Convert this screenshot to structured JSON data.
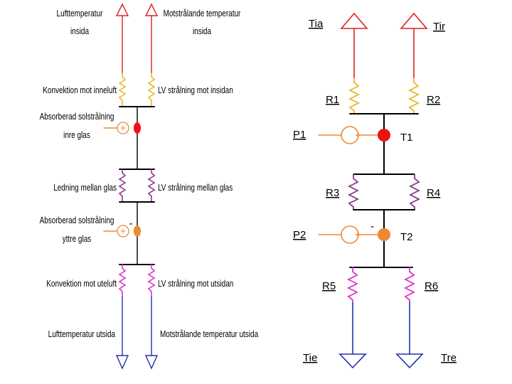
{
  "colors": {
    "red": "#dd2222",
    "orange": "#ee8833",
    "yellow": "#e8b830",
    "purple": "#8a3a8a",
    "magenta": "#dd33cc",
    "blue": "#2233aa",
    "black": "#000000"
  },
  "left": {
    "air_temp_inside": [
      "Lufttemperatur",
      "insida"
    ],
    "rad_temp_inside": [
      "Motstrålande temperatur",
      "insida"
    ],
    "convection_inside": "Konvektion mot inneluft",
    "lw_radiation_inside": "LV strålning mot insidan",
    "absorbed_inner": [
      "Absorberad solstrålning",
      "inre glas"
    ],
    "conduction_between": "Ledning mellan glas",
    "lw_radiation_between": "LV strålning mellan glas",
    "absorbed_outer": [
      "Absorberad solstrålning",
      "yttre glas"
    ],
    "convection_outside": "Konvektion mot uteluft",
    "lw_radiation_outside": "LV strålning mot utsidan",
    "air_temp_outside": "Lufttemperatur utsida",
    "rad_temp_outside": "Motstrålande temperatur utsida",
    "minus_sign": "-"
  },
  "right": {
    "tia": "Tia",
    "tir": "Tir",
    "r1": "R1",
    "r2": "R2",
    "p1": "P1",
    "t1": "T1",
    "r3": "R3",
    "r4": "R4",
    "p2": "P2",
    "t2": "T2",
    "r5": "R5",
    "r6": "R6",
    "tie": "Tie",
    "tre": "Tre",
    "minus_sign": "-"
  }
}
